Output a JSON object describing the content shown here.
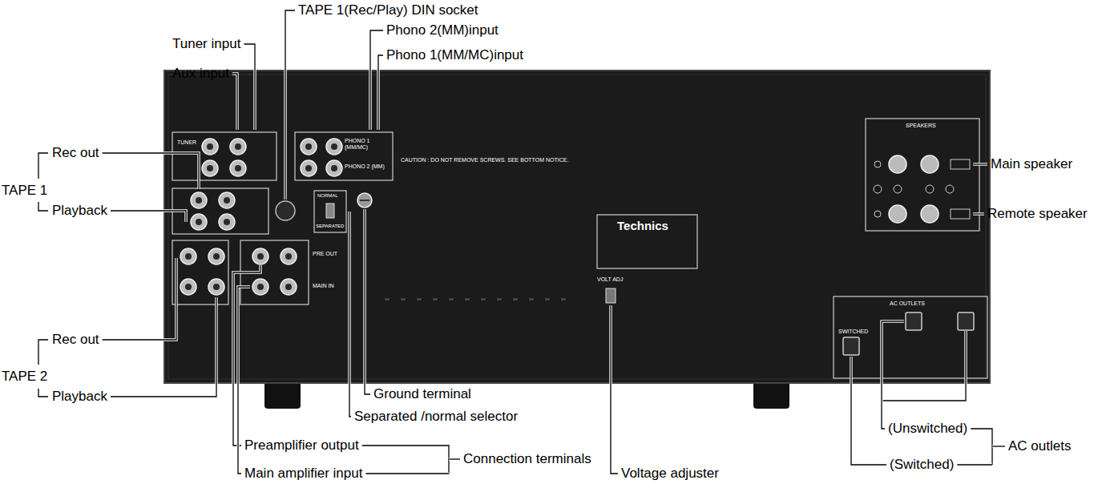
{
  "diagram": {
    "labels": [
      "TAPE 1(Rec/Play) DIN socket",
      "Tuner input",
      "Aux input",
      "Phono 2(MM)input",
      "Phono 1(MM/MC)input",
      "Main speaker",
      "Remote speaker",
      "Rec out",
      "Playback",
      "TAPE 1",
      "Rec out",
      "Playback",
      "TAPE 2",
      "Ground terminal",
      "Separated /normal selector",
      "Preamplifier output",
      "Main amplifier input",
      "Connection terminals",
      "Voltage adjuster",
      "(Unswitched)",
      "(Switched)",
      "AC outlets",
      "Technics",
      "SPEAKERS",
      "AC OUTLETS",
      "TUNER",
      "PHONO 1 (MM/MC)",
      "PHONO 2 (MM)",
      "CAUTION : DO NOT REMOVE SCREWS. SEE BOTTOM NOTICE.",
      "NORMAL",
      "SEPARATED",
      "PRE OUT",
      "MAIN IN",
      "VOLT ADJ",
      "SWITCHED"
    ]
  }
}
